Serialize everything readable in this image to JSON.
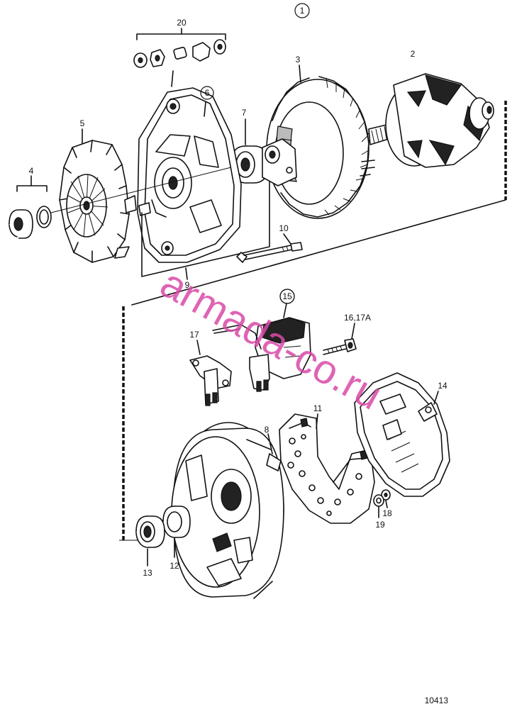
{
  "diagram": {
    "labels": {
      "p1": "1",
      "p2": "2",
      "p3": "3",
      "p4": "4",
      "p5": "5",
      "p6": "6",
      "p7": "7",
      "p8": "8",
      "p9": "9",
      "p10": "10",
      "p11": "11",
      "p12": "12",
      "p13": "13",
      "p14": "14",
      "p15": "15",
      "p16": "16,17A",
      "p17": "17",
      "p18": "18",
      "p19": "19",
      "p20": "20"
    },
    "watermark": "armada-co.ru",
    "reference_number": "10413"
  }
}
